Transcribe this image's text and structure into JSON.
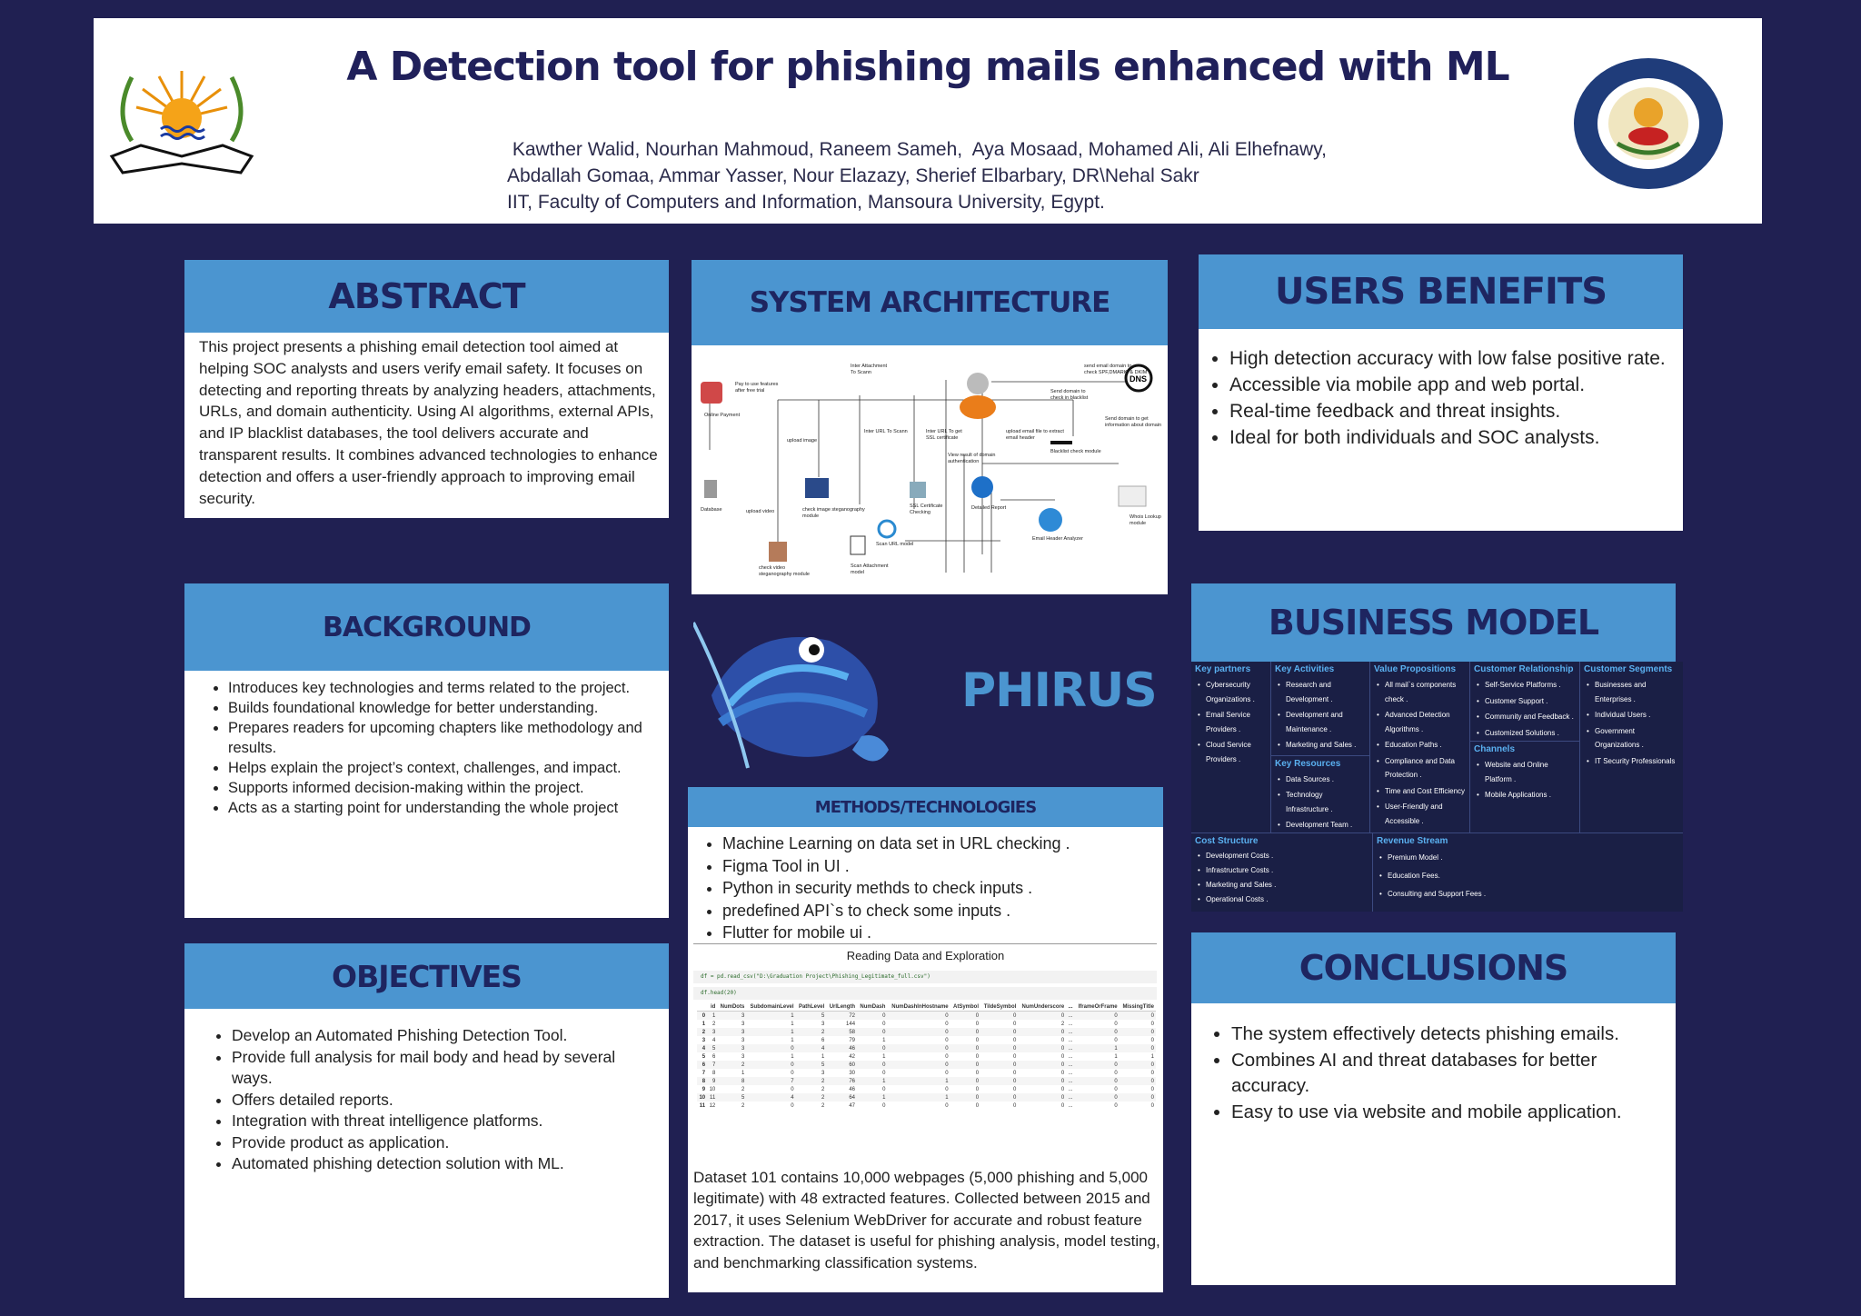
{
  "header": {
    "title": "A Detection tool for phishing mails enhanced with ML",
    "authors_line1": " Kawther Walid, Nourhan Mahmoud, Raneem Sameh,  Aya Mosaad, Mohamed Ali, Ali Elhefnawy,",
    "authors_line2": "Abdallah Gomaa, Ammar Yasser, Nour Elazazy, Sherief Elbarbary, DR\\Nehal Sakr",
    "affiliation": "IIT, Faculty of Computers and Information, Mansoura University, Egypt.",
    "left_logo_name": "mansoura-university-logo",
    "right_logo_name": "faculty-of-computers-logo"
  },
  "abstract": {
    "heading": "ABSTRACT",
    "text": "This project presents a phishing email detection tool aimed at helping SOC analysts and users verify email safety. It focuses on detecting and reporting threats by analyzing headers, attachments, URLs, and domain authenticity. Using AI algorithms, external APIs, and IP blacklist databases, the tool delivers accurate and transparent results. It combines advanced technologies to enhance detection and offers a user-friendly approach to improving email security."
  },
  "architecture": {
    "heading": "SYSTEM ARCHITECTURE",
    "labels": [
      "Online Payment",
      "Pay to use features after free trial",
      "Database",
      "upload image",
      "check image steganography module",
      "upload video",
      "check video steganography module",
      "Inter Attachment To Scann",
      "Inter URL To Scann",
      "Scan Attachment model",
      "Scan URL model",
      "Inter URL To get SSL certificate",
      "SSL Certificate Checking",
      "View result of domain authentication",
      "upload email file to extract email header",
      "Detailed Report",
      "Email Header Analyzer",
      "Send domain to check in blacklist",
      "Blacklist check module",
      "send email domain to check SPF,DMARK, & DKIM",
      "DNS Lookup module",
      "Send domain to get information about domain",
      "Whois Lookup module"
    ]
  },
  "benefits": {
    "heading": "USERS BENEFITS",
    "items": [
      "High detection accuracy with low false positive rate.",
      "Accessible via mobile app and web portal.",
      "Real-time feedback and threat insights.",
      "Ideal for both individuals and SOC analysts."
    ]
  },
  "background": {
    "heading": "BACKGROUND",
    "items": [
      "Introduces key technologies and terms related to the project.",
      "Builds foundational knowledge for better understanding.",
      "Prepares readers for upcoming chapters like methodology and results.",
      "Helps explain the project’s context, challenges, and impact.",
      "Supports informed decision-making within the project.",
      "Acts as a starting point for understanding the whole project"
    ]
  },
  "phirus": {
    "name": "PHIRUS",
    "mascot_name": "fish-mascot-logo"
  },
  "methods": {
    "heading": "METHODS/TECHNOLOGIES",
    "items": [
      "Machine Learning on data set in URL checking .",
      " Figma Tool in UI .",
      " Python in security methds to check inputs .",
      " predefined API`s to check some inputs .",
      "Flutter for mobile ui ."
    ],
    "notebook_title": "Reading Data and Exploration",
    "code1": "df = pd.read_csv(\"D:\\Graduation Project\\Phishing_Legitimate_full.csv\")",
    "code2": "df.head(20)",
    "table_headers": [
      "",
      "id",
      "NumDots",
      "SubdomainLevel",
      "PathLevel",
      "UrlLength",
      "NumDash",
      "NumDashInHostname",
      "AtSymbol",
      "TildeSymbol",
      "NumUnderscore",
      "...",
      "IframeOrFrame",
      "MissingTitle"
    ],
    "table_rows": [
      [
        "0",
        "1",
        "3",
        "1",
        "5",
        "72",
        "0",
        "0",
        "0",
        "0",
        "0",
        "...",
        "0",
        "0"
      ],
      [
        "1",
        "2",
        "3",
        "1",
        "3",
        "144",
        "0",
        "0",
        "0",
        "0",
        "2",
        "...",
        "0",
        "0"
      ],
      [
        "2",
        "3",
        "3",
        "1",
        "2",
        "58",
        "0",
        "0",
        "0",
        "0",
        "0",
        "...",
        "0",
        "0"
      ],
      [
        "3",
        "4",
        "3",
        "1",
        "6",
        "79",
        "1",
        "0",
        "0",
        "0",
        "0",
        "...",
        "0",
        "0"
      ],
      [
        "4",
        "5",
        "3",
        "0",
        "4",
        "46",
        "0",
        "0",
        "0",
        "0",
        "0",
        "...",
        "1",
        "0"
      ],
      [
        "5",
        "6",
        "3",
        "1",
        "1",
        "42",
        "1",
        "0",
        "0",
        "0",
        "0",
        "...",
        "1",
        "1"
      ],
      [
        "6",
        "7",
        "2",
        "0",
        "5",
        "60",
        "0",
        "0",
        "0",
        "0",
        "0",
        "...",
        "0",
        "0"
      ],
      [
        "7",
        "8",
        "1",
        "0",
        "3",
        "30",
        "0",
        "0",
        "0",
        "0",
        "0",
        "...",
        "0",
        "0"
      ],
      [
        "8",
        "9",
        "8",
        "7",
        "2",
        "76",
        "1",
        "1",
        "0",
        "0",
        "0",
        "...",
        "0",
        "0"
      ],
      [
        "9",
        "10",
        "2",
        "0",
        "2",
        "46",
        "0",
        "0",
        "0",
        "0",
        "0",
        "...",
        "0",
        "0"
      ],
      [
        "10",
        "11",
        "5",
        "4",
        "2",
        "64",
        "1",
        "1",
        "0",
        "0",
        "0",
        "...",
        "0",
        "0"
      ],
      [
        "11",
        "12",
        "2",
        "0",
        "2",
        "47",
        "0",
        "0",
        "0",
        "0",
        "0",
        "...",
        "0",
        "0"
      ]
    ],
    "dataset_text": "Dataset 101 contains 10,000 webpages (5,000 phishing and 5,000 legitimate) with 48 extracted features. Collected between 2015 and 2017, it uses Selenium WebDriver for accurate and robust feature extraction. The dataset is useful for phishing analysis, model testing, and benchmarking classification systems."
  },
  "business": {
    "heading": "BUSINESS MODEL",
    "key_partners": {
      "title": "Key partners",
      "items": [
        "Cybersecurity Organizations .",
        "Email Service Providers .",
        "Cloud Service Providers ."
      ]
    },
    "key_activities": {
      "title": "Key Activities",
      "items": [
        "Research and Development .",
        "Development and Maintenance .",
        "Marketing and Sales ."
      ]
    },
    "key_resources": {
      "title": "Key Resources",
      "items": [
        "Data Sources .",
        "Technology Infrastructure .",
        "Development Team ."
      ]
    },
    "value_props": {
      "title": "Value Propositions",
      "items": [
        "All mail`s components check .",
        "Advanced Detection Algorithms .",
        "Education Paths .",
        "Compliance and Data Protection .",
        "Time and Cost Efficiency",
        "User-Friendly and Accessible ."
      ]
    },
    "customer_rel": {
      "title": "Customer Relationship",
      "items": [
        "Self-Service Platforms .",
        "Customer Support .",
        "Community and Feedback .",
        "Customized Solutions ."
      ]
    },
    "channels": {
      "title": "Channels",
      "items": [
        "Website and Online Platform .",
        "Mobile Applications ."
      ]
    },
    "segments": {
      "title": "Customer Segments",
      "items": [
        "Businesses and Enterprises .",
        "Individual Users .",
        "Government Organizations .",
        "IT Security Professionals"
      ]
    },
    "cost": {
      "title": "Cost Structure",
      "items": [
        "Development Costs .",
        "Infrastructure Costs .",
        "Marketing and Sales .",
        "Operational Costs ."
      ]
    },
    "revenue": {
      "title": "Revenue Stream",
      "items": [
        "Premium Model .",
        "Education Fees.",
        "Consulting and Support Fees ."
      ]
    }
  },
  "objectives": {
    "heading": "OBJECTIVES",
    "items": [
      "Develop an Automated Phishing Detection Tool.",
      "Provide full analysis for mail body and head by several ways.",
      "Offers detailed reports.",
      "Integration with threat intelligence platforms.",
      "Provide product as application.",
      "Automated phishing detection solution with ML."
    ]
  },
  "conclusions": {
    "heading": "CONCLUSIONS",
    "items": [
      "The system effectively detects phishing emails.",
      "Combines AI and threat databases for better accuracy.",
      "Easy to use via website and mobile application."
    ]
  },
  "colors": {
    "background": "#202052",
    "band": "#4b95d0",
    "heading": "#1e2560",
    "phirus": "#4b95d0"
  }
}
